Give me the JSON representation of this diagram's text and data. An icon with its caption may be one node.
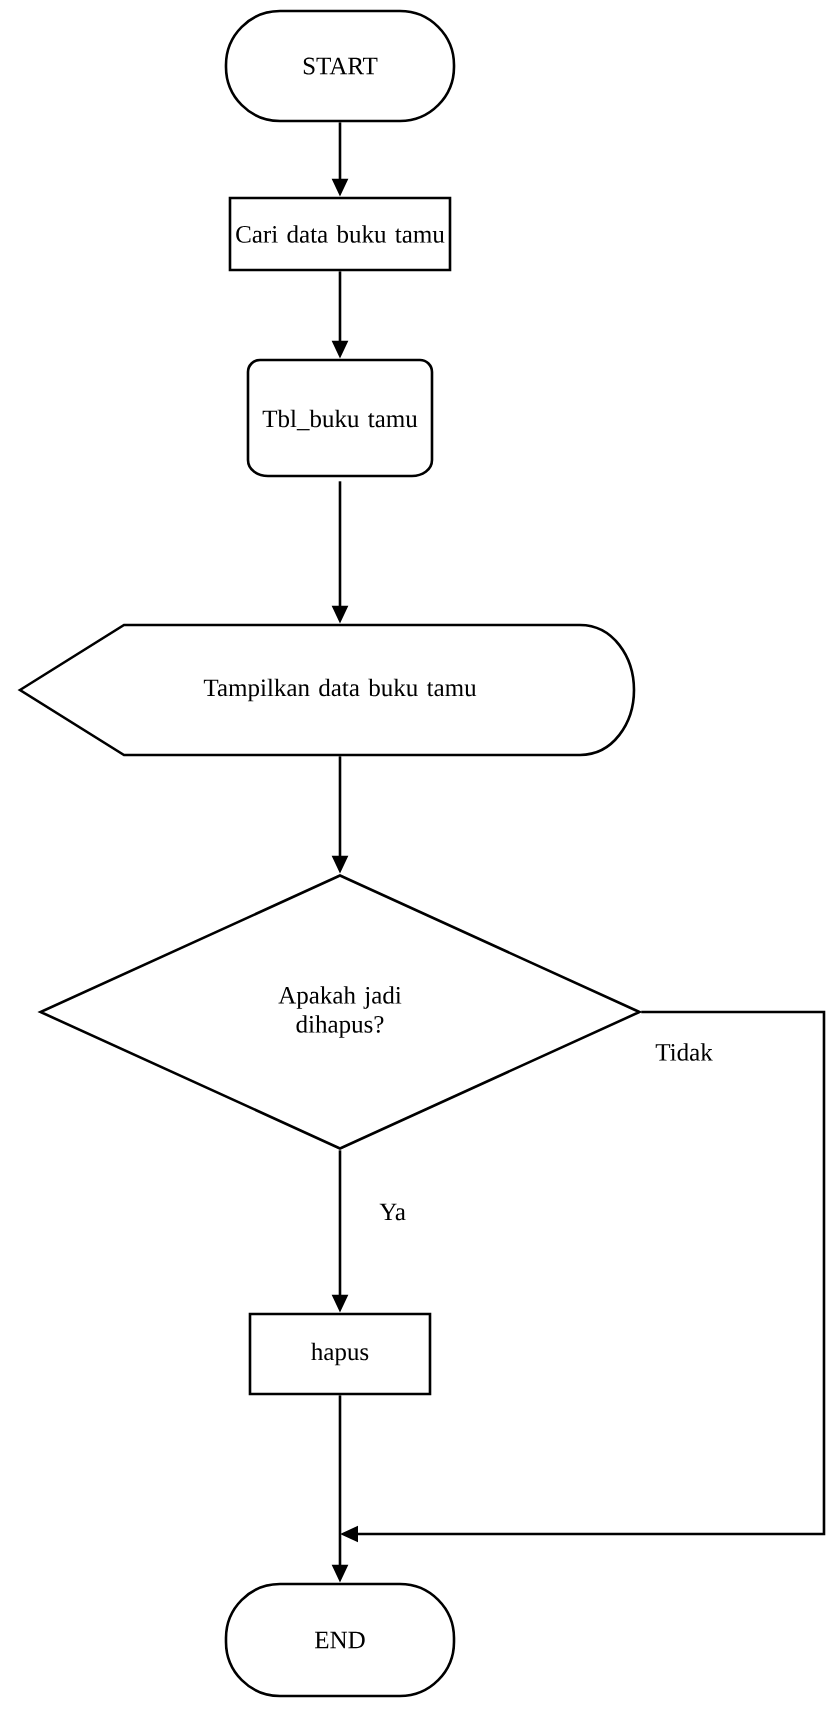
{
  "diagram": {
    "nodes": [
      {
        "text": [
          "START"
        ]
      },
      {
        "text": [
          "Cari data buku tamu"
        ]
      },
      {
        "text": [
          "Tbl_buku tamu"
        ]
      },
      {
        "text": [
          "Tampilkan data buku tamu"
        ]
      },
      {
        "text": [
          "Apakah jadi dihapus?"
        ]
      },
      {
        "text": [
          "hapus"
        ]
      },
      {
        "text": [
          "END"
        ]
      }
    ],
    "edges": [
      {
        "from": 0,
        "to": 1,
        "arrow": "to"
      },
      {
        "from": 1,
        "to": 2,
        "arrow": "to"
      },
      {
        "from": 2,
        "to": 3,
        "arrow": "to"
      },
      {
        "from": 3,
        "to": 4,
        "arrow": "to"
      },
      {
        "from": 4,
        "to": 5,
        "arrow": "to",
        "label": "Ya"
      },
      {
        "from": 4,
        "to": 6,
        "arrow": "to",
        "label": "Tidak"
      },
      {
        "from": 5,
        "to": 6,
        "arrow": "to"
      }
    ]
  }
}
